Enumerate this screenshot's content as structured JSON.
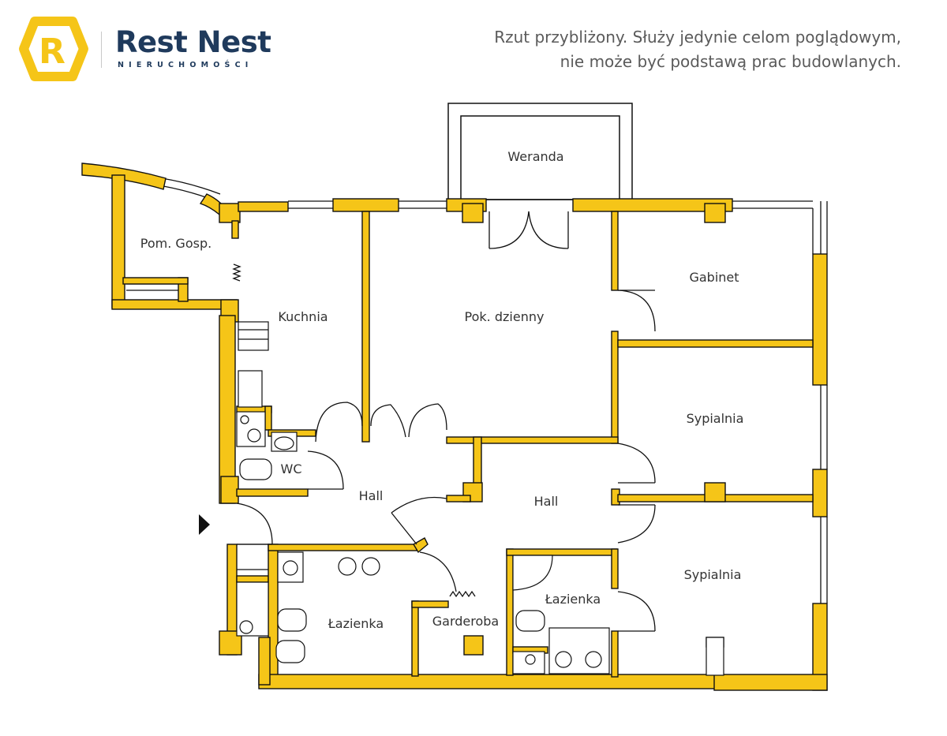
{
  "brand": {
    "name": "Rest Nest",
    "subtitle": "NIERUCHOMOŚCI",
    "logo_letter": "R",
    "colors": {
      "accent": "#f5c518",
      "navy": "#1f3a5c"
    }
  },
  "disclaimer": {
    "line1": "Rzut przybliżony. Służy jedynie celom poglądowym,",
    "line2": "nie może być podstawą prac budowlanych."
  },
  "plan": {
    "colors": {
      "wall_fill": "#f5c518",
      "wall_stroke": "#111111"
    },
    "entrance_icon": "entrance-arrow-icon",
    "rooms": {
      "weranda": "Weranda",
      "pom_gosp": "Pom. Gosp.",
      "kuchnia": "Kuchnia",
      "pok_dzienny": "Pok. dzienny",
      "gabinet": "Gabinet",
      "sypialnia_1": "Sypialnia",
      "sypialnia_2": "Sypialnia",
      "wc": "WC",
      "hall_1": "Hall",
      "hall_2": "Hall",
      "lazienka_1": "Łazienka",
      "lazienka_2": "Łazienka",
      "garderoba": "Garderoba"
    }
  }
}
